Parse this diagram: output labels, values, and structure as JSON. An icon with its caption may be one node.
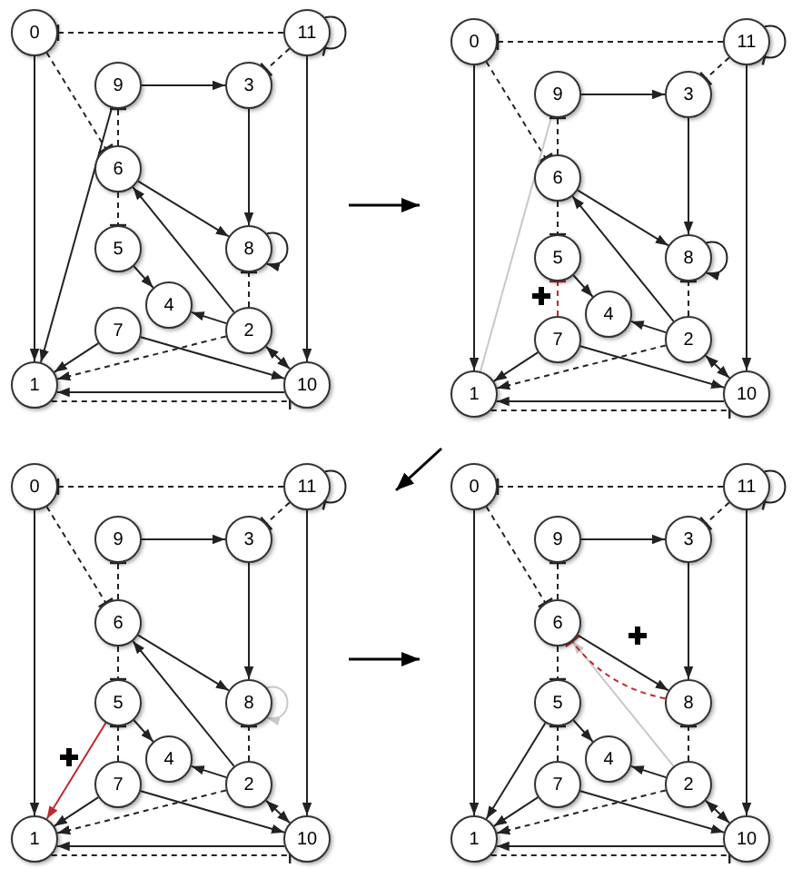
{
  "diagram": {
    "nodes": [
      {
        "text": [
          "0"
        ]
      },
      {
        "text": [
          "11"
        ]
      },
      {
        "text": [
          "9"
        ]
      },
      {
        "text": [
          "3"
        ]
      },
      {
        "text": [
          "6"
        ]
      },
      {
        "text": [
          "5"
        ]
      },
      {
        "text": [
          "8"
        ]
      },
      {
        "text": [
          "4"
        ]
      },
      {
        "text": [
          "7"
        ]
      },
      {
        "text": [
          "2"
        ]
      },
      {
        "text": [
          "1"
        ]
      },
      {
        "text": [
          "10"
        ]
      },
      {
        "text": [
          "0"
        ]
      },
      {
        "text": [
          "11"
        ]
      },
      {
        "text": [
          "9"
        ]
      },
      {
        "text": [
          "3"
        ]
      },
      {
        "text": [
          "6"
        ]
      },
      {
        "text": [
          "5"
        ]
      },
      {
        "text": [
          "8"
        ]
      },
      {
        "text": [
          "4"
        ]
      },
      {
        "text": [
          "7"
        ]
      },
      {
        "text": [
          "2"
        ]
      },
      {
        "text": [
          "1"
        ]
      },
      {
        "text": [
          "10"
        ]
      },
      {
        "text": [
          "0"
        ]
      },
      {
        "text": [
          "11"
        ]
      },
      {
        "text": [
          "9"
        ]
      },
      {
        "text": [
          "3"
        ]
      },
      {
        "text": [
          "6"
        ]
      },
      {
        "text": [
          "5"
        ]
      },
      {
        "text": [
          "8"
        ]
      },
      {
        "text": [
          "4"
        ]
      },
      {
        "text": [
          "7"
        ]
      },
      {
        "text": [
          "2"
        ]
      },
      {
        "text": [
          "1"
        ]
      },
      {
        "text": [
          "10"
        ]
      },
      {
        "text": [
          "0"
        ]
      },
      {
        "text": [
          "11"
        ]
      },
      {
        "text": [
          "9"
        ]
      },
      {
        "text": [
          "3"
        ]
      },
      {
        "text": [
          "6"
        ]
      },
      {
        "text": [
          "5"
        ]
      },
      {
        "text": [
          "8"
        ]
      },
      {
        "text": [
          "4"
        ]
      },
      {
        "text": [
          "7"
        ]
      },
      {
        "text": [
          "2"
        ]
      },
      {
        "text": [
          "1"
        ]
      },
      {
        "text": [
          "10"
        ]
      }
    ],
    "edges": [
      {
        "from": 0,
        "to": 10,
        "arrow": "to"
      },
      {
        "from": 1,
        "to": 0,
        "arrow": "other",
        "style": "dashed"
      },
      {
        "from": 1,
        "to": 3,
        "arrow": "other",
        "style": "dashed"
      },
      {
        "from": 1,
        "to": 1,
        "arrow": "other"
      },
      {
        "from": 1,
        "to": 11,
        "arrow": "to"
      },
      {
        "from": 0,
        "to": 4,
        "arrow": "other",
        "style": "dashed"
      },
      {
        "from": 2,
        "to": 3,
        "arrow": "to"
      },
      {
        "from": 2,
        "to": 10,
        "arrow": "to"
      },
      {
        "from": 4,
        "to": 2,
        "arrow": "other",
        "style": "dashed"
      },
      {
        "from": 4,
        "to": 5,
        "arrow": "other",
        "style": "dashed"
      },
      {
        "from": 4,
        "to": 6,
        "arrow": "to"
      },
      {
        "from": 3,
        "to": 6,
        "arrow": "to"
      },
      {
        "from": 6,
        "to": 6,
        "arrow": "to"
      },
      {
        "from": 5,
        "to": 7,
        "arrow": "to"
      },
      {
        "from": 9,
        "to": 7,
        "arrow": "to"
      },
      {
        "from": 9,
        "to": 4,
        "arrow": "to"
      },
      {
        "from": 9,
        "to": 6,
        "arrow": "other",
        "style": "dashed"
      },
      {
        "from": 9,
        "to": 10,
        "arrow": "to",
        "style": "dashed"
      },
      {
        "from": 8,
        "to": 10,
        "arrow": "to"
      },
      {
        "from": 8,
        "to": 11,
        "arrow": "to"
      },
      {
        "from": 11,
        "to": 9,
        "arrow": "both"
      },
      {
        "from": 11,
        "to": 10,
        "arrow": "to"
      },
      {
        "from": 10,
        "to": 11,
        "arrow": "other",
        "style": "dashed"
      },
      {
        "from": 12,
        "to": 22,
        "arrow": "to"
      },
      {
        "from": 13,
        "to": 12,
        "arrow": "other",
        "style": "dashed"
      },
      {
        "from": 13,
        "to": 15,
        "arrow": "other",
        "style": "dashed"
      },
      {
        "from": 13,
        "to": 13,
        "arrow": "other"
      },
      {
        "from": 13,
        "to": 23,
        "arrow": "to"
      },
      {
        "from": 12,
        "to": 16,
        "arrow": "other",
        "style": "dashed"
      },
      {
        "from": 14,
        "to": 15,
        "arrow": "to"
      },
      {
        "from": 14,
        "to": 22,
        "arrow": "none",
        "color": "#c8c8c8"
      },
      {
        "from": 16,
        "to": 14,
        "arrow": "other",
        "style": "dashed"
      },
      {
        "from": 16,
        "to": 17,
        "arrow": "other",
        "style": "dashed"
      },
      {
        "from": 16,
        "to": 18,
        "arrow": "to"
      },
      {
        "from": 15,
        "to": 18,
        "arrow": "to"
      },
      {
        "from": 18,
        "to": 18,
        "arrow": "to"
      },
      {
        "from": 17,
        "to": 19,
        "arrow": "to"
      },
      {
        "from": 21,
        "to": 19,
        "arrow": "to"
      },
      {
        "from": 21,
        "to": 16,
        "arrow": "to"
      },
      {
        "from": 21,
        "to": 18,
        "arrow": "other",
        "style": "dashed"
      },
      {
        "from": 21,
        "to": 22,
        "arrow": "to",
        "style": "dashed"
      },
      {
        "from": 20,
        "to": 22,
        "arrow": "to"
      },
      {
        "from": 20,
        "to": 23,
        "arrow": "to"
      },
      {
        "from": 23,
        "to": 21,
        "arrow": "both"
      },
      {
        "from": 23,
        "to": 22,
        "arrow": "to"
      },
      {
        "from": 22,
        "to": 23,
        "arrow": "other",
        "style": "dashed"
      },
      {
        "from": 20,
        "to": 17,
        "arrow": "other",
        "style": "dashed",
        "color": "#c0282d"
      },
      {
        "from": 24,
        "to": 34,
        "arrow": "to"
      },
      {
        "from": 25,
        "to": 24,
        "arrow": "other",
        "style": "dashed"
      },
      {
        "from": 25,
        "to": 27,
        "arrow": "other",
        "style": "dashed"
      },
      {
        "from": 25,
        "to": 25,
        "arrow": "other"
      },
      {
        "from": 25,
        "to": 35,
        "arrow": "to"
      },
      {
        "from": 24,
        "to": 28,
        "arrow": "other",
        "style": "dashed"
      },
      {
        "from": 26,
        "to": 27,
        "arrow": "to"
      },
      {
        "from": 28,
        "to": 26,
        "arrow": "other",
        "style": "dashed"
      },
      {
        "from": 28,
        "to": 29,
        "arrow": "other",
        "style": "dashed"
      },
      {
        "from": 28,
        "to": 30,
        "arrow": "to"
      },
      {
        "from": 27,
        "to": 30,
        "arrow": "to"
      },
      {
        "from": 30,
        "to": 30,
        "arrow": "to",
        "color": "#c8c8c8"
      },
      {
        "from": 29,
        "to": 31,
        "arrow": "to"
      },
      {
        "from": 33,
        "to": 31,
        "arrow": "to"
      },
      {
        "from": 33,
        "to": 28,
        "arrow": "to"
      },
      {
        "from": 33,
        "to": 30,
        "arrow": "other",
        "style": "dashed"
      },
      {
        "from": 33,
        "to": 34,
        "arrow": "to",
        "style": "dashed"
      },
      {
        "from": 32,
        "to": 34,
        "arrow": "to"
      },
      {
        "from": 32,
        "to": 35,
        "arrow": "to"
      },
      {
        "from": 35,
        "to": 33,
        "arrow": "both"
      },
      {
        "from": 35,
        "to": 34,
        "arrow": "to"
      },
      {
        "from": 34,
        "to": 35,
        "arrow": "other",
        "style": "dashed"
      },
      {
        "from": 32,
        "to": 29,
        "arrow": "other",
        "style": "dashed"
      },
      {
        "from": 29,
        "to": 34,
        "arrow": "to",
        "color": "#c0282d"
      },
      {
        "from": 36,
        "to": 46,
        "arrow": "to"
      },
      {
        "from": 37,
        "to": 36,
        "arrow": "other",
        "style": "dashed"
      },
      {
        "from": 37,
        "to": 39,
        "arrow": "other",
        "style": "dashed"
      },
      {
        "from": 37,
        "to": 37,
        "arrow": "other"
      },
      {
        "from": 37,
        "to": 47,
        "arrow": "to"
      },
      {
        "from": 36,
        "to": 40,
        "arrow": "other",
        "style": "dashed"
      },
      {
        "from": 38,
        "to": 39,
        "arrow": "to"
      },
      {
        "from": 40,
        "to": 38,
        "arrow": "other",
        "style": "dashed"
      },
      {
        "from": 40,
        "to": 41,
        "arrow": "other",
        "style": "dashed"
      },
      {
        "from": 40,
        "to": 42,
        "arrow": "to"
      },
      {
        "from": 39,
        "to": 42,
        "arrow": "to"
      },
      {
        "from": 41,
        "to": 43,
        "arrow": "to"
      },
      {
        "from": 45,
        "to": 43,
        "arrow": "to"
      },
      {
        "from": 45,
        "to": 40,
        "arrow": "to",
        "color": "#c8c8c8"
      },
      {
        "from": 45,
        "to": 42,
        "arrow": "other",
        "style": "dashed"
      },
      {
        "from": 45,
        "to": 46,
        "arrow": "to",
        "style": "dashed"
      },
      {
        "from": 44,
        "to": 46,
        "arrow": "to"
      },
      {
        "from": 44,
        "to": 47,
        "arrow": "to"
      },
      {
        "from": 47,
        "to": 45,
        "arrow": "both"
      },
      {
        "from": 47,
        "to": 46,
        "arrow": "to"
      },
      {
        "from": 46,
        "to": 47,
        "arrow": "other",
        "style": "dashed"
      },
      {
        "from": 44,
        "to": 41,
        "arrow": "other",
        "style": "dashed"
      },
      {
        "from": 41,
        "to": 46,
        "arrow": "to"
      },
      {
        "from": 42,
        "to": 40,
        "arrow": "other",
        "style": "dashed",
        "color": "#c0282d"
      }
    ]
  }
}
